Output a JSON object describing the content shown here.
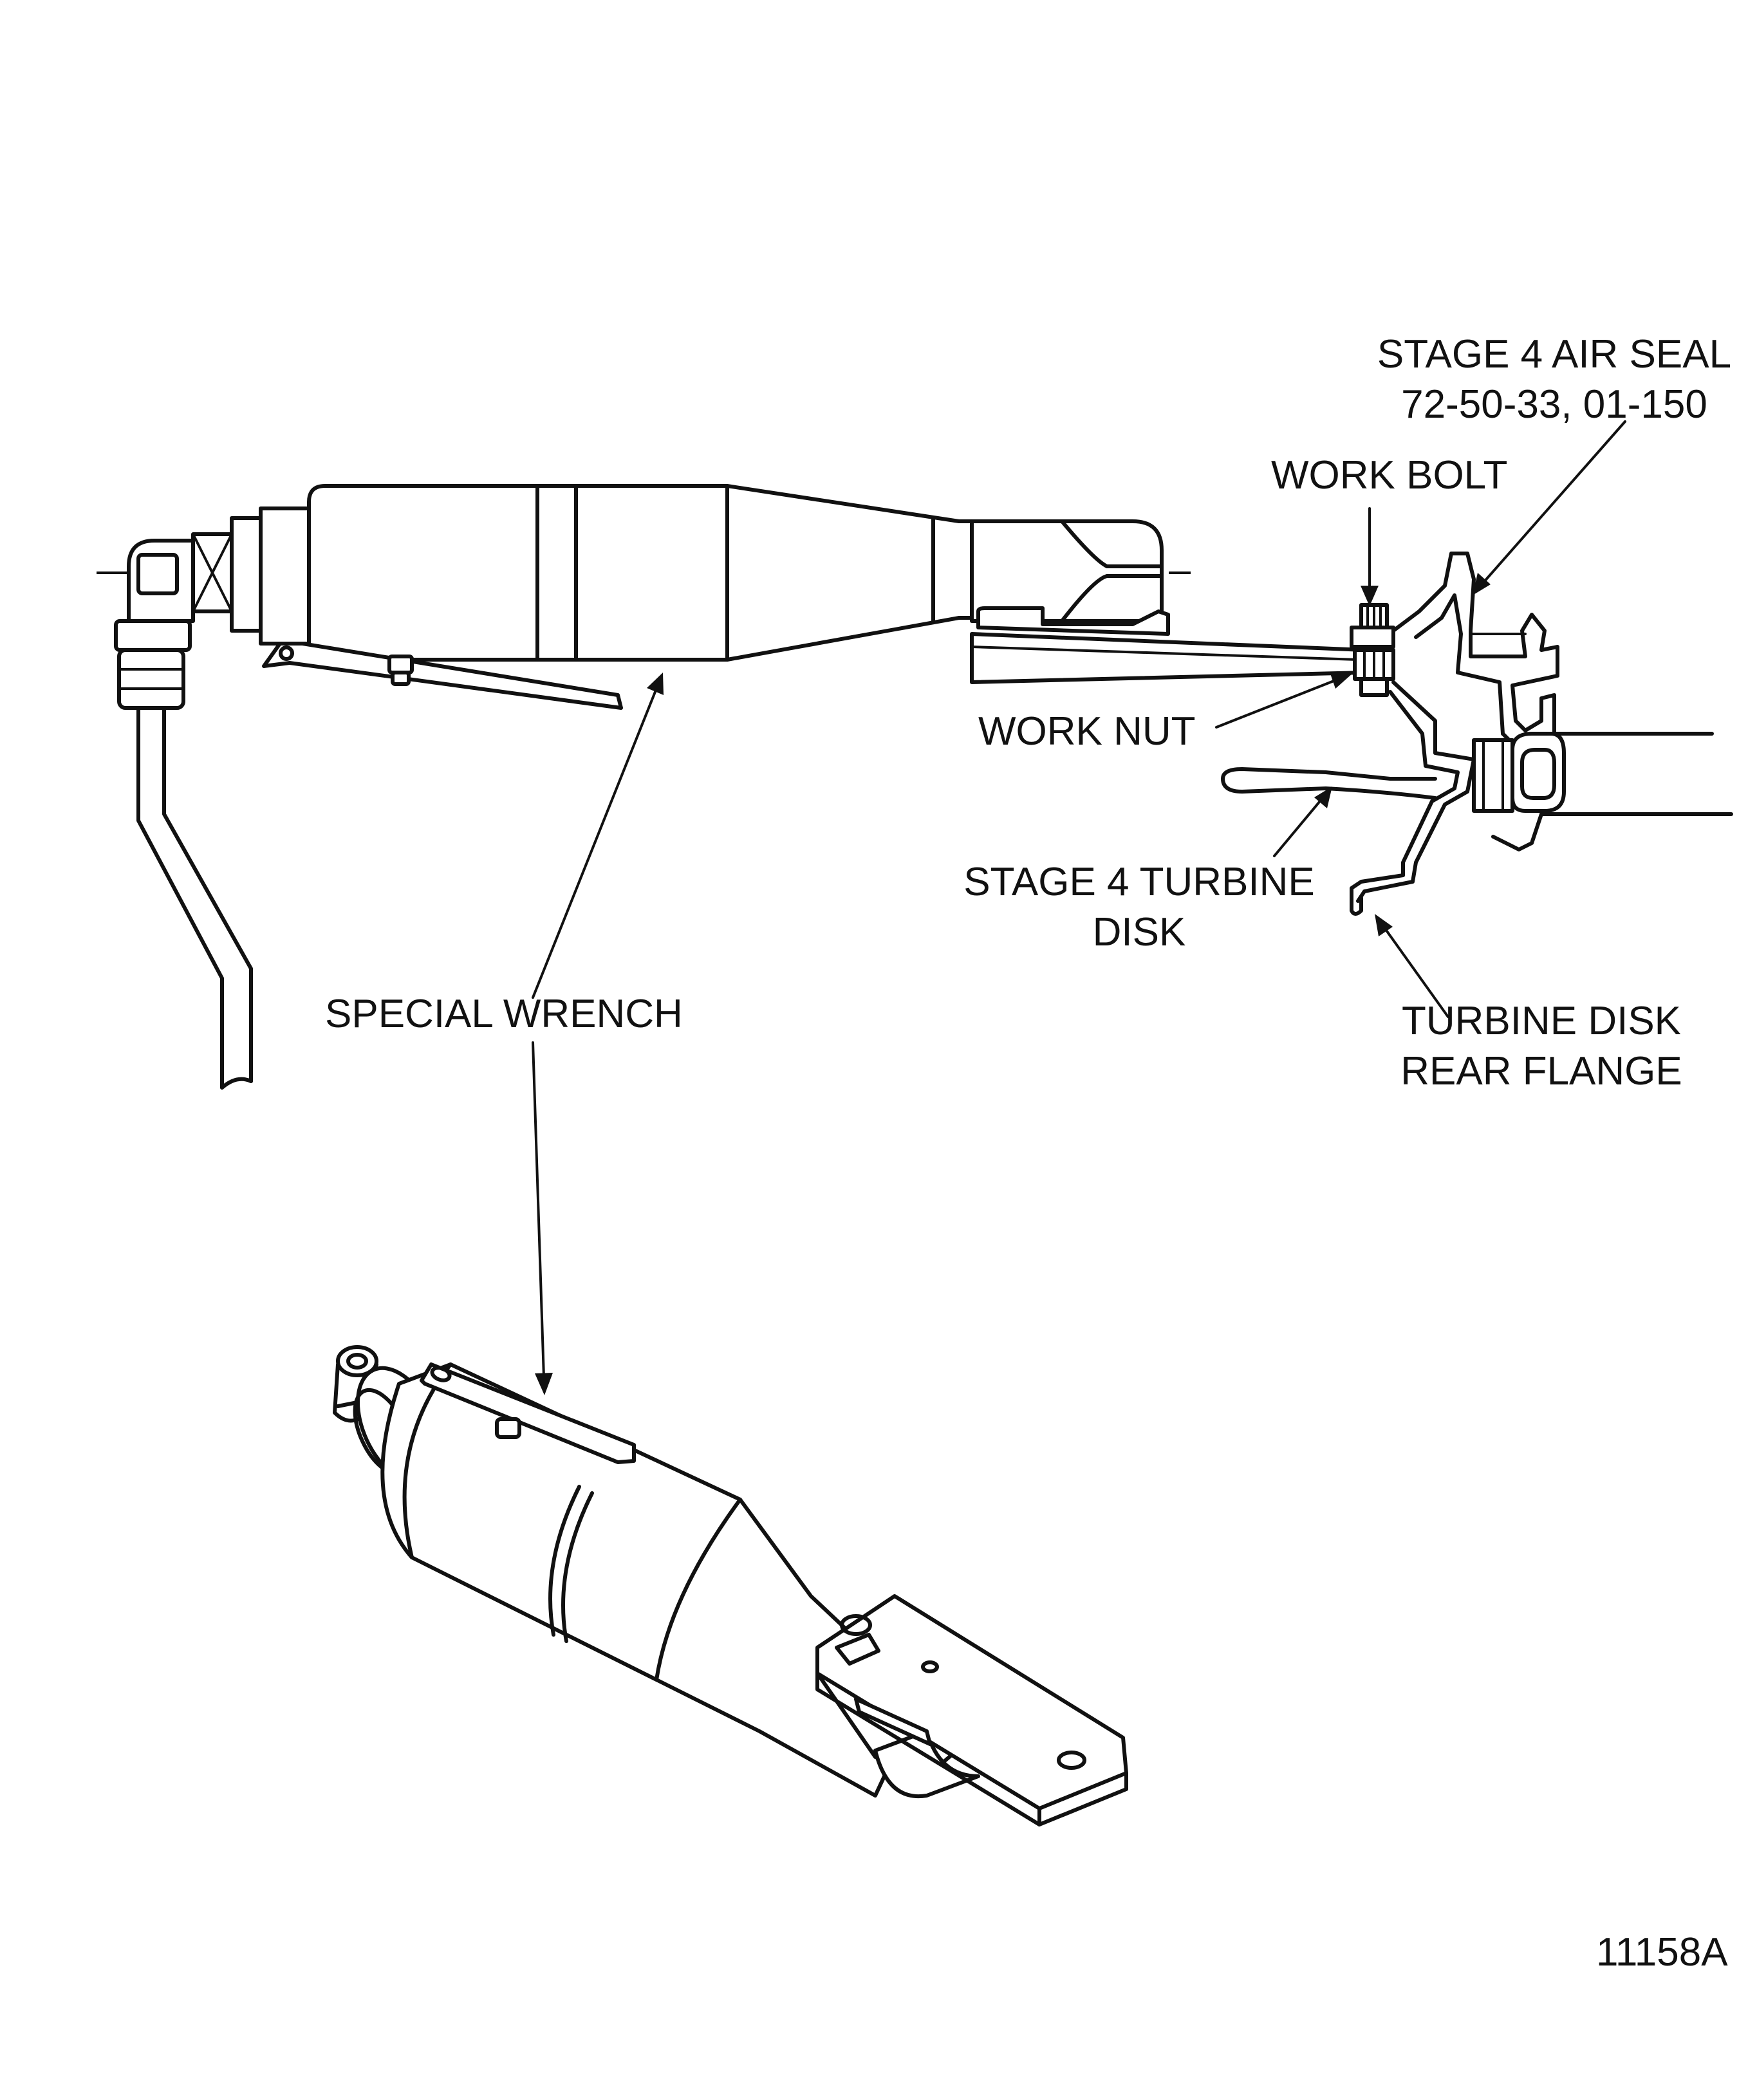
{
  "labels": {
    "stage4_air_seal_line1": "STAGE 4 AIR SEAL",
    "stage4_air_seal_line2": "72-50-33, 01-150",
    "work_bolt": "WORK BOLT",
    "work_nut": "WORK NUT",
    "stage4_turbine_disk_line1": "STAGE 4 TURBINE",
    "stage4_turbine_disk_line2": "DISK",
    "special_wrench": "SPECIAL WRENCH",
    "turbine_disk_rear_flange_line1": "TURBINE DISK",
    "turbine_disk_rear_flange_line2": "REAR FLANGE",
    "figure_number": "11158A"
  }
}
